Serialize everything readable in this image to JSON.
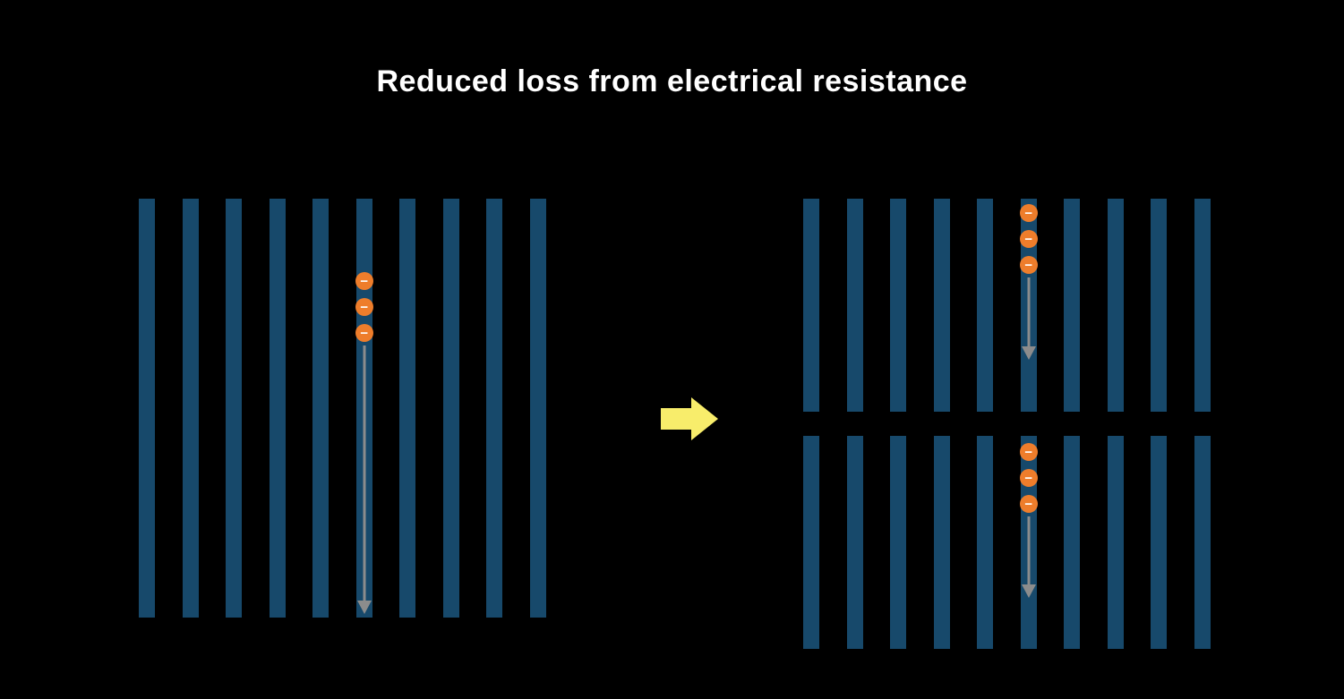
{
  "title": "Reduced loss from electrical resistance",
  "colors": {
    "background": "#000000",
    "title_text": "#FFFFFF",
    "bar": "#17496B",
    "electron": "#EE7D2B",
    "electron_symbol_color": "#FFFFFF",
    "flow_arrow": "#8C8C8C",
    "transition_arrow": "#F8ED6B"
  },
  "diagram": {
    "transition_arrow": {
      "direction": "right"
    },
    "panels": [
      {
        "label": "full-cell",
        "bar_count": 10,
        "electron_bar_index": 5,
        "electron_count": 3,
        "electron_symbol": "−"
      },
      {
        "label": "half-cell-top",
        "bar_count": 10,
        "electron_bar_index": 5,
        "electron_count": 3,
        "electron_symbol": "−"
      },
      {
        "label": "half-cell-bottom",
        "bar_count": 10,
        "electron_bar_index": 5,
        "electron_count": 3,
        "electron_symbol": "−"
      }
    ]
  }
}
